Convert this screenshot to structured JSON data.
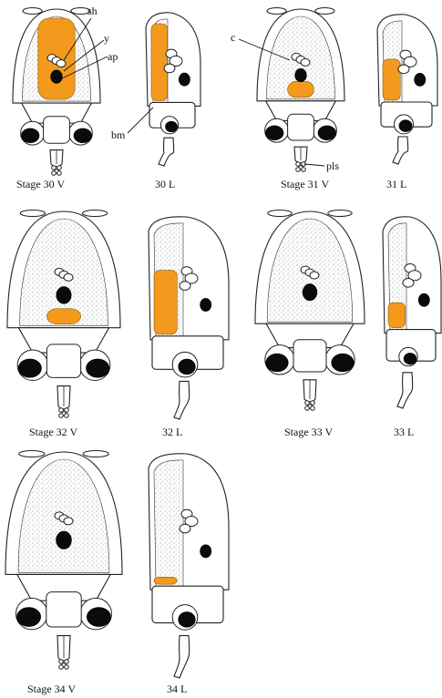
{
  "figure": {
    "panels": [
      {
        "id": "s30v",
        "caption": "Stage 30 V",
        "view": "V",
        "stage": 30,
        "yolk_fraction": 1.0
      },
      {
        "id": "s30l",
        "caption": "30 L",
        "view": "L",
        "stage": 30,
        "yolk_fraction": 1.0
      },
      {
        "id": "s31v",
        "caption": "Stage 31 V",
        "view": "V",
        "stage": 31,
        "yolk_fraction": 0.2
      },
      {
        "id": "s31l",
        "caption": "31 L",
        "view": "L",
        "stage": 31,
        "yolk_fraction": 0.55
      },
      {
        "id": "s32v",
        "caption": "Stage 32 V",
        "view": "V",
        "stage": 32,
        "yolk_fraction": 0.15
      },
      {
        "id": "s32l",
        "caption": "32 L",
        "view": "L",
        "stage": 32,
        "yolk_fraction": 0.6
      },
      {
        "id": "s33v",
        "caption": "Stage 33 V",
        "view": "V",
        "stage": 33,
        "yolk_fraction": 0.0
      },
      {
        "id": "s33l",
        "caption": "33 L",
        "view": "L",
        "stage": 33,
        "yolk_fraction": 0.25
      },
      {
        "id": "s34v",
        "caption": "Stage 34 V",
        "view": "V",
        "stage": 34,
        "yolk_fraction": 0.0
      },
      {
        "id": "s34l",
        "caption": "34 L",
        "view": "L",
        "stage": 34,
        "yolk_fraction": 0.05
      }
    ],
    "annotations": {
      "sh": "sh",
      "y": "y",
      "ap": "ap",
      "bm": "bm",
      "c": "c",
      "pls": "pls"
    },
    "colors": {
      "yolk": "#f39a1e",
      "eye": "#0b0b0b",
      "outline": "#222222",
      "stipple": "#555555"
    }
  }
}
